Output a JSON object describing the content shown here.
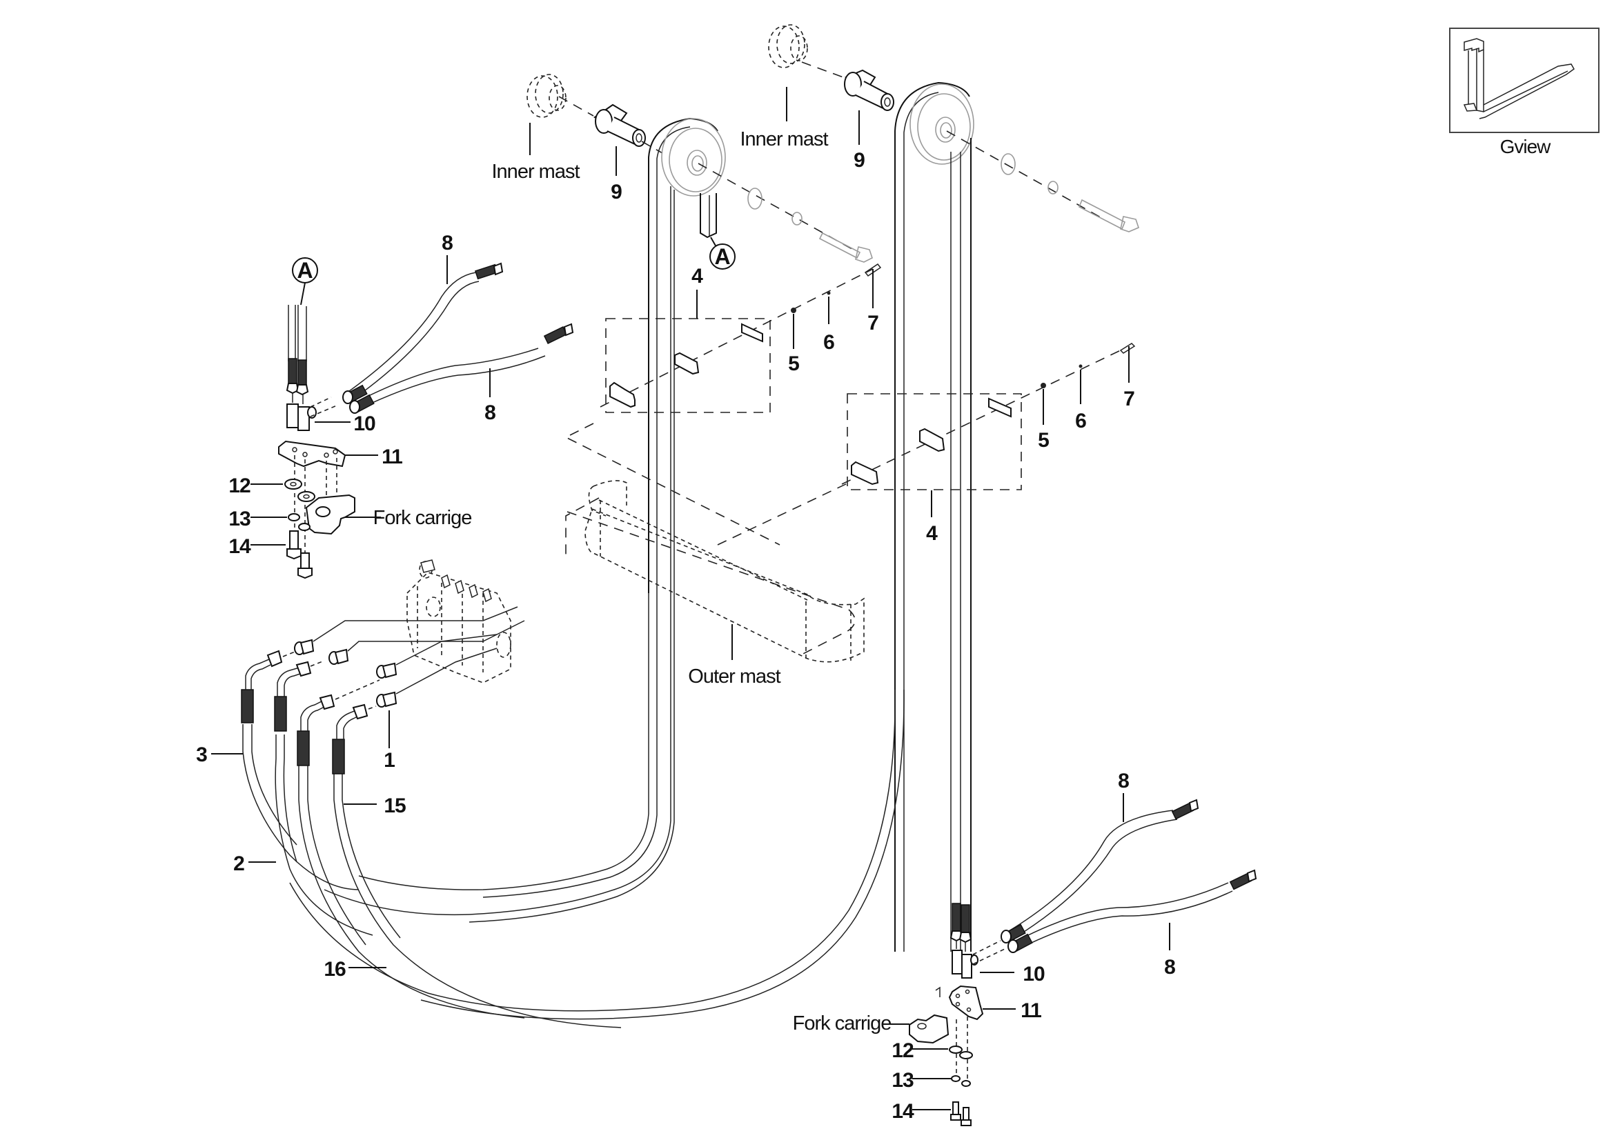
{
  "title": "Fork carriage hydraulic hose routing — exploded parts view",
  "inset": {
    "caption": "Gview",
    "icon": "fork-icon"
  },
  "names": {
    "inner_mast": "Inner mast",
    "outer_mast": "Outer mast",
    "fork_carriage": "Fork carrige"
  },
  "detail_marker": "A",
  "callouts": [
    {
      "id": "1",
      "part": "1"
    },
    {
      "id": "2",
      "part": "2"
    },
    {
      "id": "3",
      "part": "3"
    },
    {
      "id": "4",
      "part": "4"
    },
    {
      "id": "5",
      "part": "5"
    },
    {
      "id": "6",
      "part": "6"
    },
    {
      "id": "7",
      "part": "7"
    },
    {
      "id": "8",
      "part": "8"
    },
    {
      "id": "9",
      "part": "9"
    },
    {
      "id": "10",
      "part": "10"
    },
    {
      "id": "11",
      "part": "11"
    },
    {
      "id": "12",
      "part": "12"
    },
    {
      "id": "13",
      "part": "13"
    },
    {
      "id": "14",
      "part": "14"
    },
    {
      "id": "15",
      "part": "15"
    },
    {
      "id": "16",
      "part": "16"
    }
  ]
}
